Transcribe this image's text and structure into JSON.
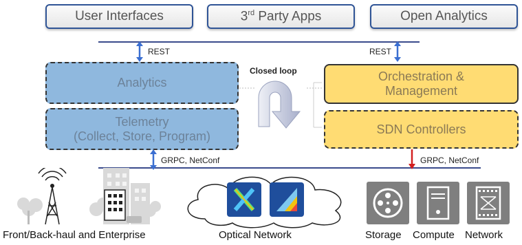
{
  "top_boxes": {
    "user_interfaces": "User Interfaces",
    "third_party_base": "3",
    "third_party_sup": "rd",
    "third_party_rest": " Party Apps",
    "open_analytics": "Open Analytics"
  },
  "rest_left": "REST",
  "rest_right": "REST",
  "closed_loop": "Closed loop",
  "analytics": "Analytics",
  "telemetry_line1": "Telemetry",
  "telemetry_line2": "(Collect, Store, Program)",
  "orchestration_line1": "Orchestration &",
  "orchestration_line2": "Management",
  "sdn_controllers": "SDN Controllers",
  "grpc_left": "GRPC, NetConf",
  "grpc_right": "GRPC, NetConf",
  "bottom": {
    "front_back": "Front/Back-haul and Enterprise",
    "optical": "Optical Network",
    "storage": "Storage",
    "compute": "Compute",
    "network": "Network"
  },
  "colors": {
    "blue_box": "#8fb8de",
    "yellow_box": "#ffdc73",
    "line": "#3a4b8c",
    "arrow_blue": "#3b6fd1",
    "arrow_red": "#d32020"
  }
}
